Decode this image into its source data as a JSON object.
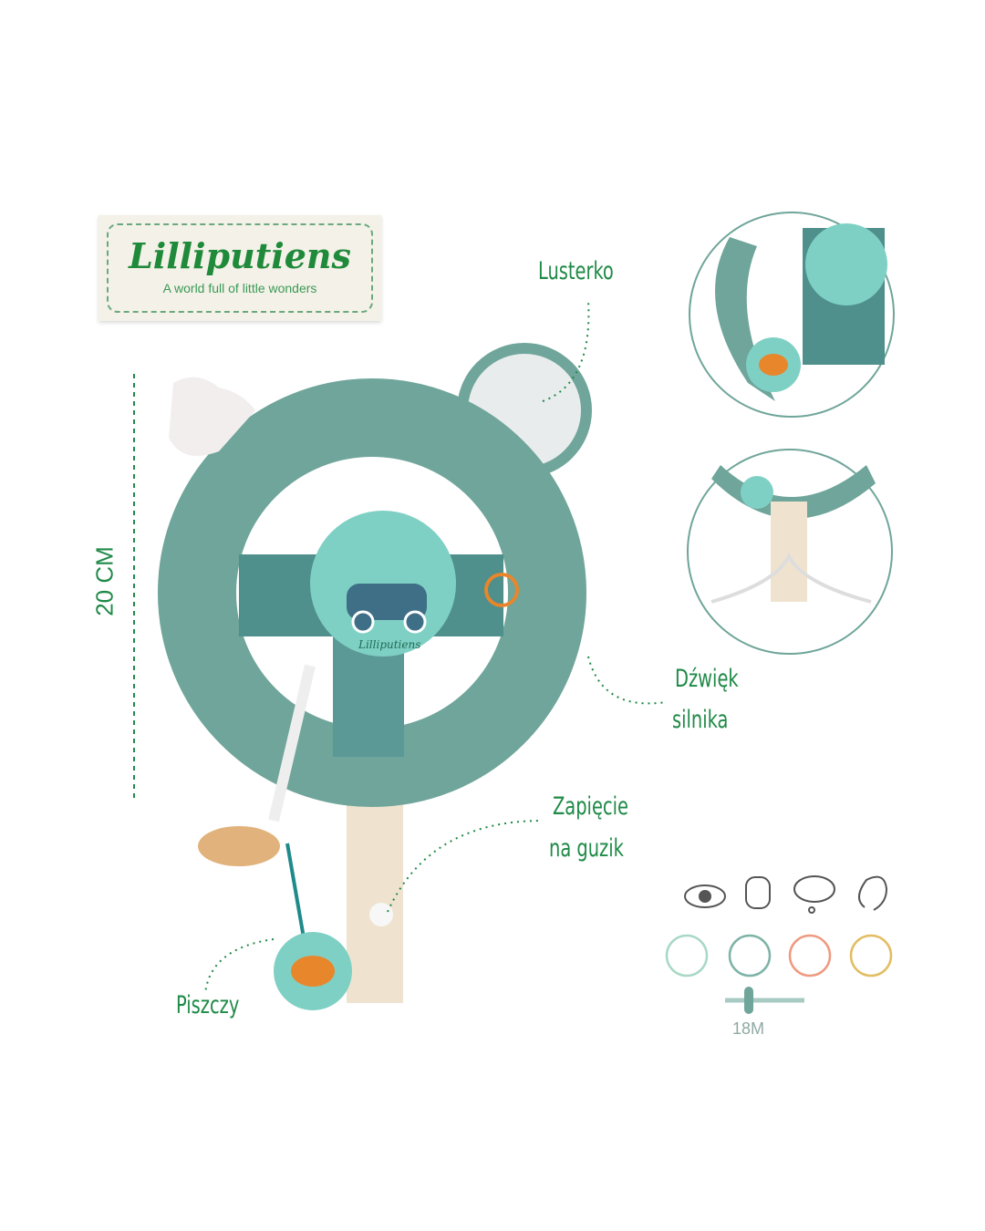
{
  "brand": {
    "name": "Lilliputiens",
    "tagline": "A world full of little wonders"
  },
  "dimension": "20 CM",
  "callouts": {
    "mirror": "Lusterko",
    "engine_line1": "Dźwięk",
    "engine_line2": "silnika",
    "clip_line1": "Zapięcie",
    "clip_line2": "na guzik",
    "squeak": "Piszczy"
  },
  "toy_print": "Lilliputiens",
  "age": {
    "label": "18M"
  },
  "senses_icons": [
    "eye-icon",
    "hand-icon",
    "thought-cloud-icon",
    "ear-icon"
  ],
  "colors": {
    "accent": "#1f8a47",
    "plush": "#6fa59a",
    "center": "#7fd0c4"
  }
}
